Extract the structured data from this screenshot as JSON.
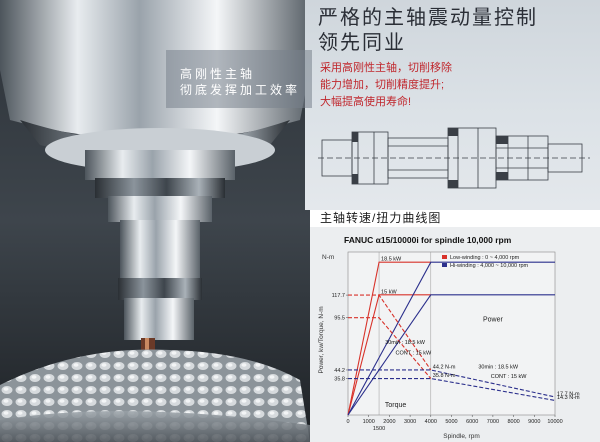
{
  "page": {
    "headline_lines": [
      "严格的主轴震动量控制",
      "领先同业"
    ],
    "description_lines": [
      "采用高刚性主轴，切削移除",
      "能力增加，切削精度提升;",
      "大幅提高使用寿命!"
    ],
    "overlay_lines": [
      "高刚性主轴",
      "彻底发挥加工效率"
    ],
    "section_title": "主轴转速/扭力曲线图"
  },
  "colors": {
    "red": "#d8322a",
    "blue": "#2b2f8c",
    "dark": "#222222",
    "panel": "#f2f3f4"
  },
  "chart_data": {
    "type": "line",
    "title": "FANUC α15/10000i for spindle 10,000 rpm",
    "xlabel": "Spindle, rpm",
    "ylabel": "Power, kw/Torque, N-m",
    "y_unit": "N-m",
    "xlim": [
      0,
      10000
    ],
    "ylim": [
      0,
      160
    ],
    "x_ticks": [
      0,
      1000,
      2000,
      3000,
      4000,
      5000,
      6000,
      7000,
      8000,
      9000,
      10000
    ],
    "x_ticks_extra": [
      1500
    ],
    "y_ticks": [
      35.8,
      44.2,
      95.5,
      117.7
    ],
    "legend": [
      {
        "name": "Low-winding : 0 ~ 4,000 rpm",
        "color": "red"
      },
      {
        "name": "Hi-winding : 4,000 ~ 10,000 rpm",
        "color": "blue"
      }
    ],
    "region_labels": {
      "power": "Power",
      "torque": "Torque"
    },
    "annotations": [
      {
        "text": "18.5 kW",
        "x": 1500,
        "y": 150
      },
      {
        "text": "15 kW",
        "x": 1500,
        "y": 118
      },
      {
        "text": "30min : 18.5 kW",
        "x": 1700,
        "y": 68
      },
      {
        "text": "CONT : 15 kW",
        "x": 2200,
        "y": 58
      },
      {
        "text": "44.2 N-m",
        "x": 4000,
        "y": 44.2
      },
      {
        "text": "35.8 N-m",
        "x": 4000,
        "y": 35.8
      },
      {
        "text": "30min : 18.5 kW",
        "x": 6200,
        "y": 44
      },
      {
        "text": "CONT : 15 kW",
        "x": 6800,
        "y": 35
      },
      {
        "text": "17.7 N-m",
        "x": 10000,
        "y": 17.7
      },
      {
        "text": "14.3 N-m",
        "x": 10000,
        "y": 14.3
      }
    ],
    "series": [
      {
        "name": "Low-winding power 30min",
        "color": "red",
        "dash": false,
        "points": [
          [
            0,
            0
          ],
          [
            1500,
            150
          ],
          [
            4000,
            150
          ]
        ]
      },
      {
        "name": "Low-winding power CONT",
        "color": "red",
        "dash": false,
        "points": [
          [
            0,
            0
          ],
          [
            1500,
            118
          ],
          [
            4000,
            118
          ]
        ]
      },
      {
        "name": "Hi-winding power 30min",
        "color": "blue",
        "dash": false,
        "points": [
          [
            0,
            0
          ],
          [
            4000,
            150
          ],
          [
            10000,
            150
          ]
        ]
      },
      {
        "name": "Hi-winding power CONT",
        "color": "blue",
        "dash": false,
        "points": [
          [
            0,
            0
          ],
          [
            4000,
            118
          ],
          [
            10000,
            118
          ]
        ]
      },
      {
        "name": "Low-winding torque 30min",
        "color": "red",
        "dash": true,
        "points": [
          [
            0,
            117.7
          ],
          [
            1500,
            117.7
          ],
          [
            4000,
            44.2
          ]
        ]
      },
      {
        "name": "Low-winding torque CONT",
        "color": "red",
        "dash": true,
        "points": [
          [
            0,
            95.5
          ],
          [
            1500,
            95.5
          ],
          [
            4000,
            35.8
          ]
        ]
      },
      {
        "name": "Hi-winding torque 30min",
        "color": "blue",
        "dash": true,
        "points": [
          [
            0,
            44.2
          ],
          [
            4000,
            44.2
          ],
          [
            10000,
            17.7
          ]
        ]
      },
      {
        "name": "Hi-winding torque CONT",
        "color": "blue",
        "dash": true,
        "points": [
          [
            0,
            35.8
          ],
          [
            4000,
            35.8
          ],
          [
            10000,
            14.3
          ]
        ]
      }
    ]
  }
}
